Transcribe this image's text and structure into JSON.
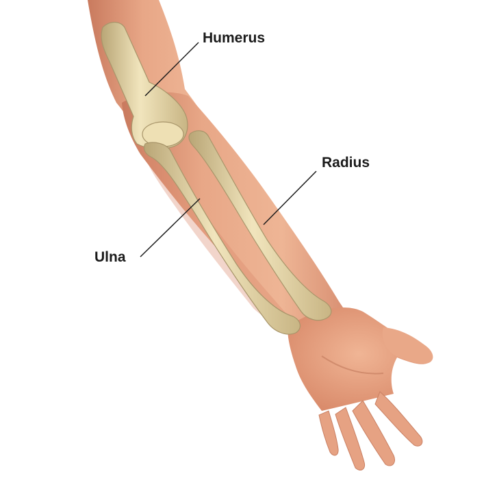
{
  "figure": {
    "labels": {
      "humerus": "Humerus",
      "radius": "Radius",
      "ulna": "Ulna"
    },
    "colors": {
      "background": "#ffffff",
      "skin": "#e8a787",
      "skin_shadow": "#c97a5e",
      "muscle_tint": "#d9866a",
      "bone": "#e6d7a6",
      "bone_shadow": "#b9a676",
      "bone_highlight": "#f6ecc9",
      "label_text": "#1a1a1a"
    },
    "parts": [
      "upper-arm",
      "forearm",
      "hand",
      "humerus-bone",
      "ulna-bone",
      "radius-bone"
    ]
  }
}
